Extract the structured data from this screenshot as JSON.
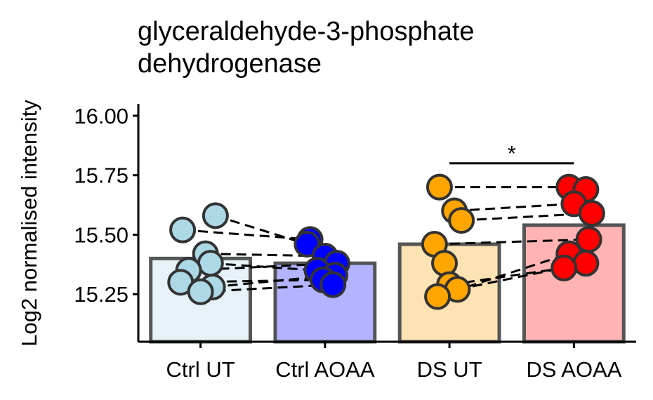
{
  "chart_data": {
    "type": "bar",
    "title_lines": [
      "glyceraldehyde-3-phosphate",
      "dehydrogenase"
    ],
    "xlabel": "",
    "ylabel": "Log2 normalised intensity",
    "ylim": [
      15.05,
      16.05
    ],
    "yticks": [
      "15.25",
      "15.50",
      "15.75",
      "16.00"
    ],
    "categories": [
      "Ctrl UT",
      "Ctrl AOAA",
      "DS UT",
      "DS AOAA"
    ],
    "bar_values": [
      15.4,
      15.38,
      15.46,
      15.54
    ],
    "bar_fill_colors": [
      "#e6f2f8",
      "#b3b3ff",
      "#fde3b3",
      "#ffb3b3"
    ],
    "point_colors": [
      "#add8e6",
      "#0000ff",
      "#ffa500",
      "#ff0000"
    ],
    "points": [
      [
        15.58,
        15.52,
        15.42,
        15.38,
        15.35,
        15.3,
        15.28,
        15.26
      ],
      [
        15.48,
        15.46,
        15.41,
        15.38,
        15.35,
        15.33,
        15.31,
        15.29
      ],
      [
        15.7,
        15.6,
        15.56,
        15.46,
        15.38,
        15.29,
        15.27,
        15.24
      ],
      [
        15.7,
        15.69,
        15.63,
        15.59,
        15.48,
        15.42,
        15.38,
        15.36
      ]
    ],
    "pairs_ctrl": [
      [
        15.58,
        15.46
      ],
      [
        15.52,
        15.48
      ],
      [
        15.42,
        15.41
      ],
      [
        15.38,
        15.35
      ],
      [
        15.35,
        15.38
      ],
      [
        15.3,
        15.31
      ],
      [
        15.28,
        15.33
      ],
      [
        15.26,
        15.29
      ]
    ],
    "pairs_ds": [
      [
        15.7,
        15.7
      ],
      [
        15.6,
        15.63
      ],
      [
        15.56,
        15.59
      ],
      [
        15.46,
        15.48
      ],
      [
        15.29,
        15.36
      ],
      [
        15.27,
        15.38
      ],
      [
        15.24,
        15.42
      ]
    ],
    "significance": {
      "from": "DS UT",
      "to": "DS AOAA",
      "y": 15.8,
      "label": "*"
    }
  }
}
